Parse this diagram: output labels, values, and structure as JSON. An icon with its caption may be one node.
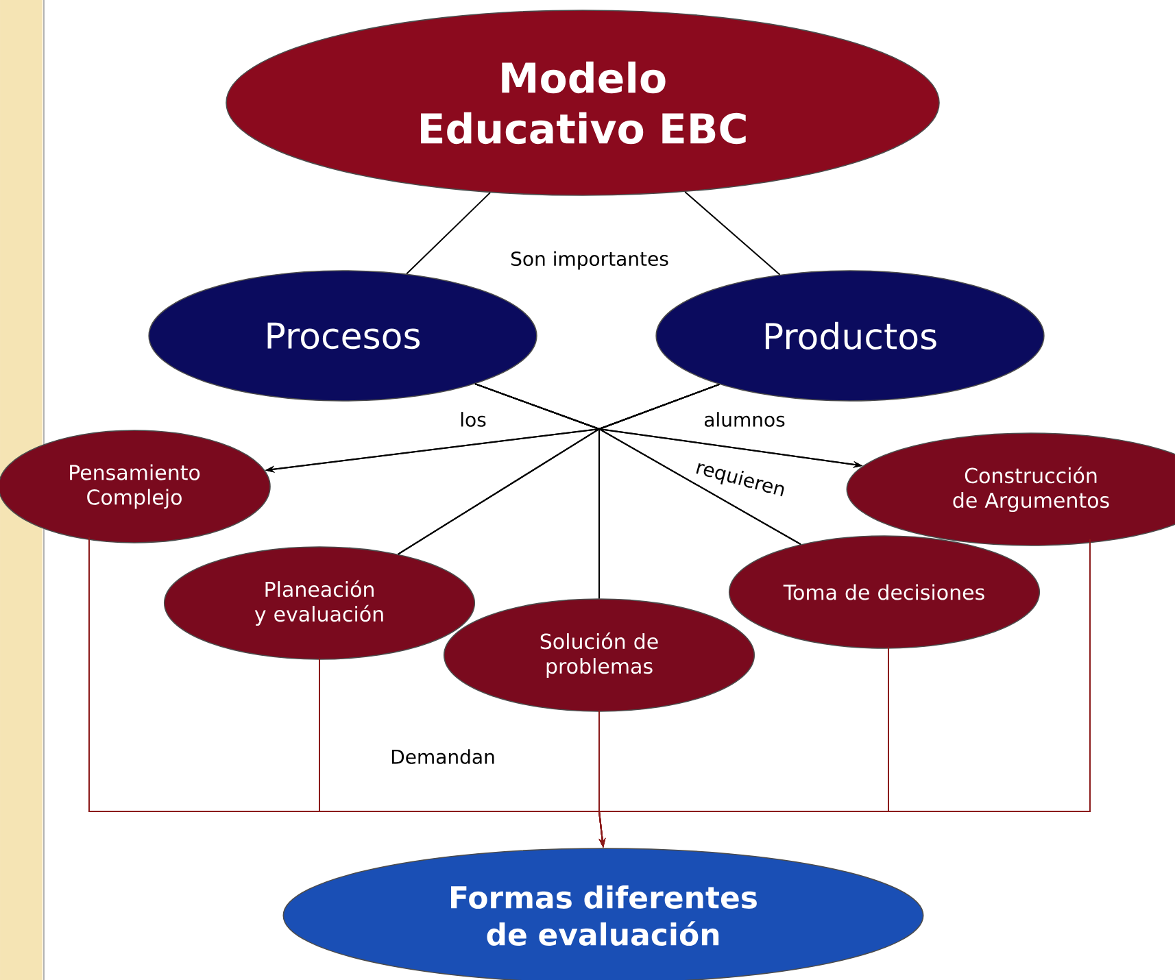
{
  "diagram": {
    "nodes": [
      {
        "text": [
          "Modelo Educativo EBC"
        ]
      },
      {
        "text": [
          "Procesos"
        ]
      },
      {
        "text": [
          "Productos"
        ]
      },
      {
        "text": [
          "Pensamiento Complejo"
        ]
      },
      {
        "text": [
          "Construcción de Argumentos"
        ]
      },
      {
        "text": [
          "Planeación y evaluación"
        ]
      },
      {
        "text": [
          "Solución de problemas"
        ]
      },
      {
        "text": [
          "Toma de decisiones"
        ]
      },
      {
        "text": [
          "Formas diferentes de evaluación"
        ]
      }
    ],
    "edges": [
      {
        "from": 0,
        "to": 1,
        "arrow": "none"
      },
      {
        "from": 0,
        "to": 2,
        "arrow": "none"
      },
      {
        "from": 1,
        "to": 3,
        "arrow": "to"
      },
      {
        "from": 2,
        "to": 3,
        "arrow": "to"
      },
      {
        "from": 1,
        "to": 4,
        "arrow": "to"
      },
      {
        "from": 2,
        "to": 4,
        "arrow": "to"
      },
      {
        "from": 1,
        "to": 5,
        "arrow": "none"
      },
      {
        "from": 2,
        "to": 5,
        "arrow": "none"
      },
      {
        "from": 1,
        "to": 6,
        "arrow": "none"
      },
      {
        "from": 2,
        "to": 6,
        "arrow": "none"
      },
      {
        "from": 1,
        "to": 7,
        "arrow": "none"
      },
      {
        "from": 2,
        "to": 7,
        "arrow": "none"
      },
      {
        "from": 3,
        "to": 8,
        "arrow": "to",
        "color": "#8b1a1a"
      },
      {
        "from": 5,
        "to": 8,
        "arrow": "to",
        "color": "#8b1a1a"
      },
      {
        "from": 6,
        "to": 8,
        "arrow": "to",
        "color": "#8b1a1a"
      },
      {
        "from": 7,
        "to": 8,
        "arrow": "to",
        "color": "#8b1a1a"
      },
      {
        "from": 4,
        "to": 8,
        "arrow": "to",
        "color": "#8b1a1a"
      }
    ],
    "labels": [
      "Son importantes",
      "los",
      "alumnos",
      "requieren",
      "Demandan"
    ]
  }
}
